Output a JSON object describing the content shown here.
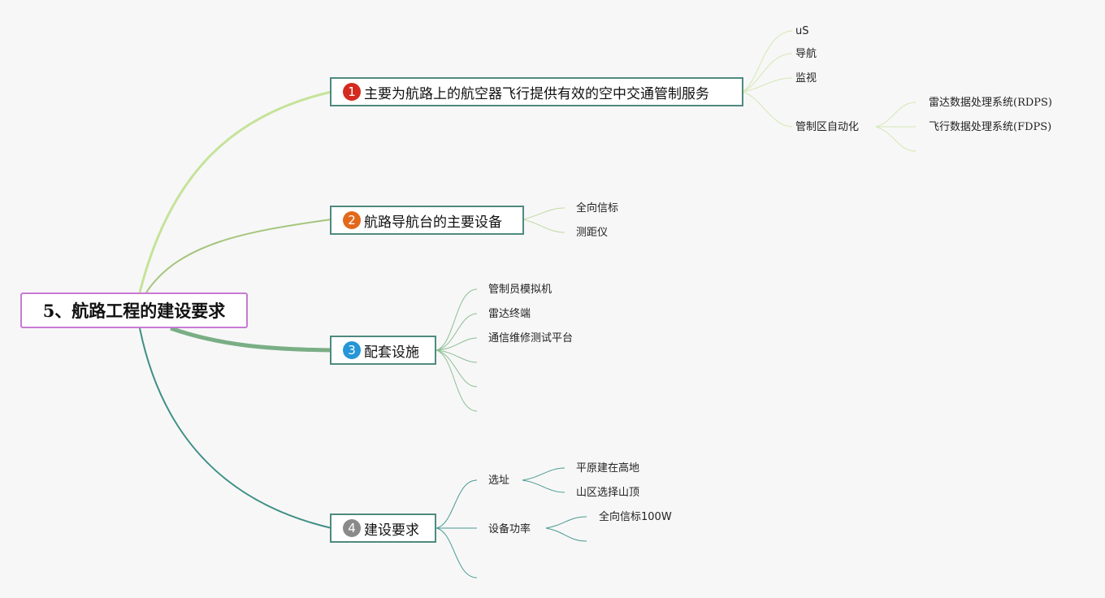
{
  "root": {
    "label": "5、航路工程的建设要求"
  },
  "topics": [
    {
      "num": "1",
      "badge_color": "#d42a1f",
      "label": "主要为航路上的航空器飞行提供有效的空中交通管制服务",
      "children": [
        {
          "label": "uS"
        },
        {
          "label": "导航"
        },
        {
          "label": "监视"
        },
        {
          "label": "管制区自动化",
          "children": [
            {
              "label": "雷达数据处理系统(RDPS)"
            },
            {
              "label": "飞行数据处理系统(FDPS)"
            }
          ]
        }
      ]
    },
    {
      "num": "2",
      "badge_color": "#e2691c",
      "label": "航路导航台的主要设备",
      "children": [
        {
          "label": "全向信标"
        },
        {
          "label": "测距仪"
        }
      ]
    },
    {
      "num": "3",
      "badge_color": "#2596d6",
      "label": "配套设施",
      "children": [
        {
          "label": "管制员模拟机"
        },
        {
          "label": "雷达终端"
        },
        {
          "label": "通信维修测试平台"
        }
      ]
    },
    {
      "num": "4",
      "badge_color": "#8a8a8a",
      "label": "建设要求",
      "children": [
        {
          "label": "选址",
          "children": [
            {
              "label": "平原建在高地"
            },
            {
              "label": "山区选择山顶"
            }
          ]
        },
        {
          "label": "设备功率",
          "children": [
            {
              "label": "全向信标100W"
            }
          ]
        }
      ]
    }
  ],
  "colors": {
    "branch1": "#c5e39a",
    "branch2": "#a5c57d",
    "branch3": "#7aae85",
    "branch4": "#3e8f86",
    "border": "#4f8a7f",
    "root_border": "#c77ad4"
  }
}
